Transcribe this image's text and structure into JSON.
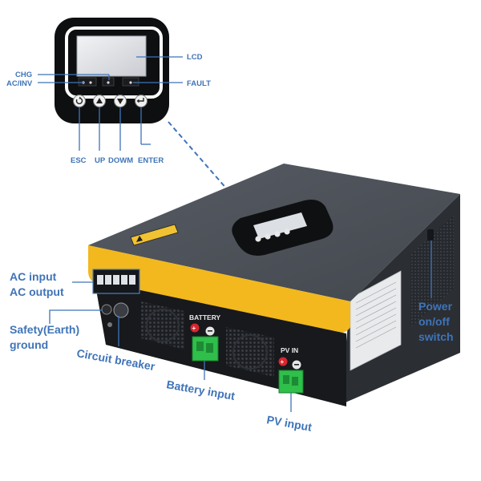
{
  "colors": {
    "label": "#3f74b8",
    "leader": "#3f74b8",
    "body_top": "#4a4f57",
    "body_side": "#2d3036",
    "accent_yellow": "#f2b81d",
    "terminal_green": "#2fbf4a"
  },
  "icons": {
    "esc": "refresh-arrow-icon",
    "up": "triangle-up-icon",
    "down": "triangle-down-icon",
    "enter": "enter-arrow-icon"
  },
  "panel_labels": {
    "lcd": "LCD",
    "chg": "CHG",
    "ac_inv": "AC/INV",
    "fault": "FAULT",
    "esc": "ESC",
    "up": "UP",
    "down": "DOWM",
    "enter": "ENTER"
  },
  "device_labels": {
    "ac_input": "AC input",
    "ac_output": "AC output",
    "safety_line1": "Safety(Earth)",
    "safety_line2": "ground",
    "circuit_breaker": "Circuit breaker",
    "battery_input": "Battery input",
    "pv_input": "PV input",
    "power_line1": "Power",
    "power_line2": "on/off",
    "power_line3": "switch"
  },
  "device_text": {
    "battery": "BATTERY",
    "pv_in": "PV  IN"
  }
}
